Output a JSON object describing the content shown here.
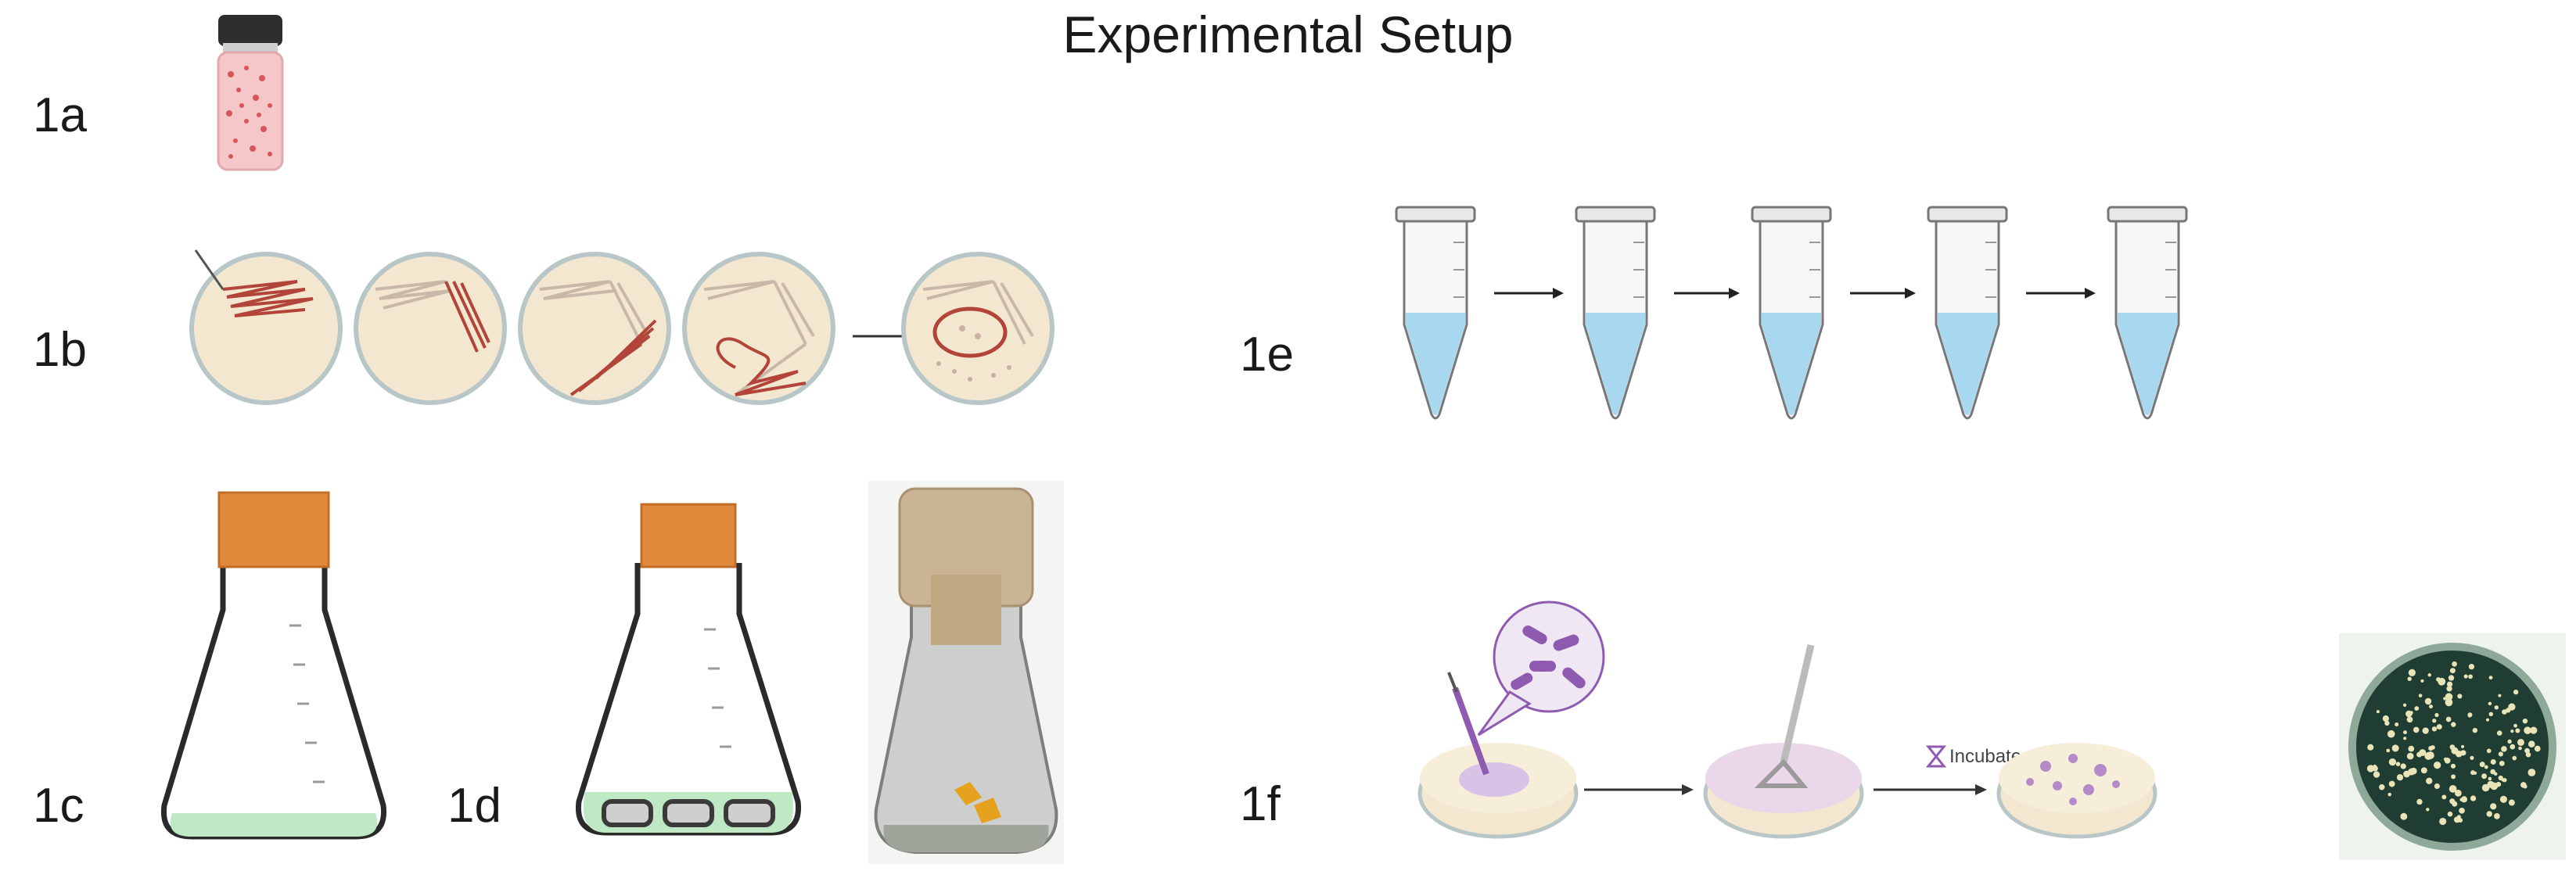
{
  "title": "Experimental Setup",
  "panels": {
    "a": {
      "label": "1a"
    },
    "b": {
      "label": "1b"
    },
    "c": {
      "label": "1c"
    },
    "d": {
      "label": "1d"
    },
    "e": {
      "label": "1e"
    },
    "f": {
      "label": "1f",
      "incubate_label": "Incubate"
    }
  },
  "colors": {
    "agar": "#f3e8cf",
    "streak": "#b2443a",
    "cork": "#e08a3c",
    "medium": "#bfe8c4",
    "tube_liquid": "#a8d8ef",
    "bacteria": "#8e5bb0"
  }
}
